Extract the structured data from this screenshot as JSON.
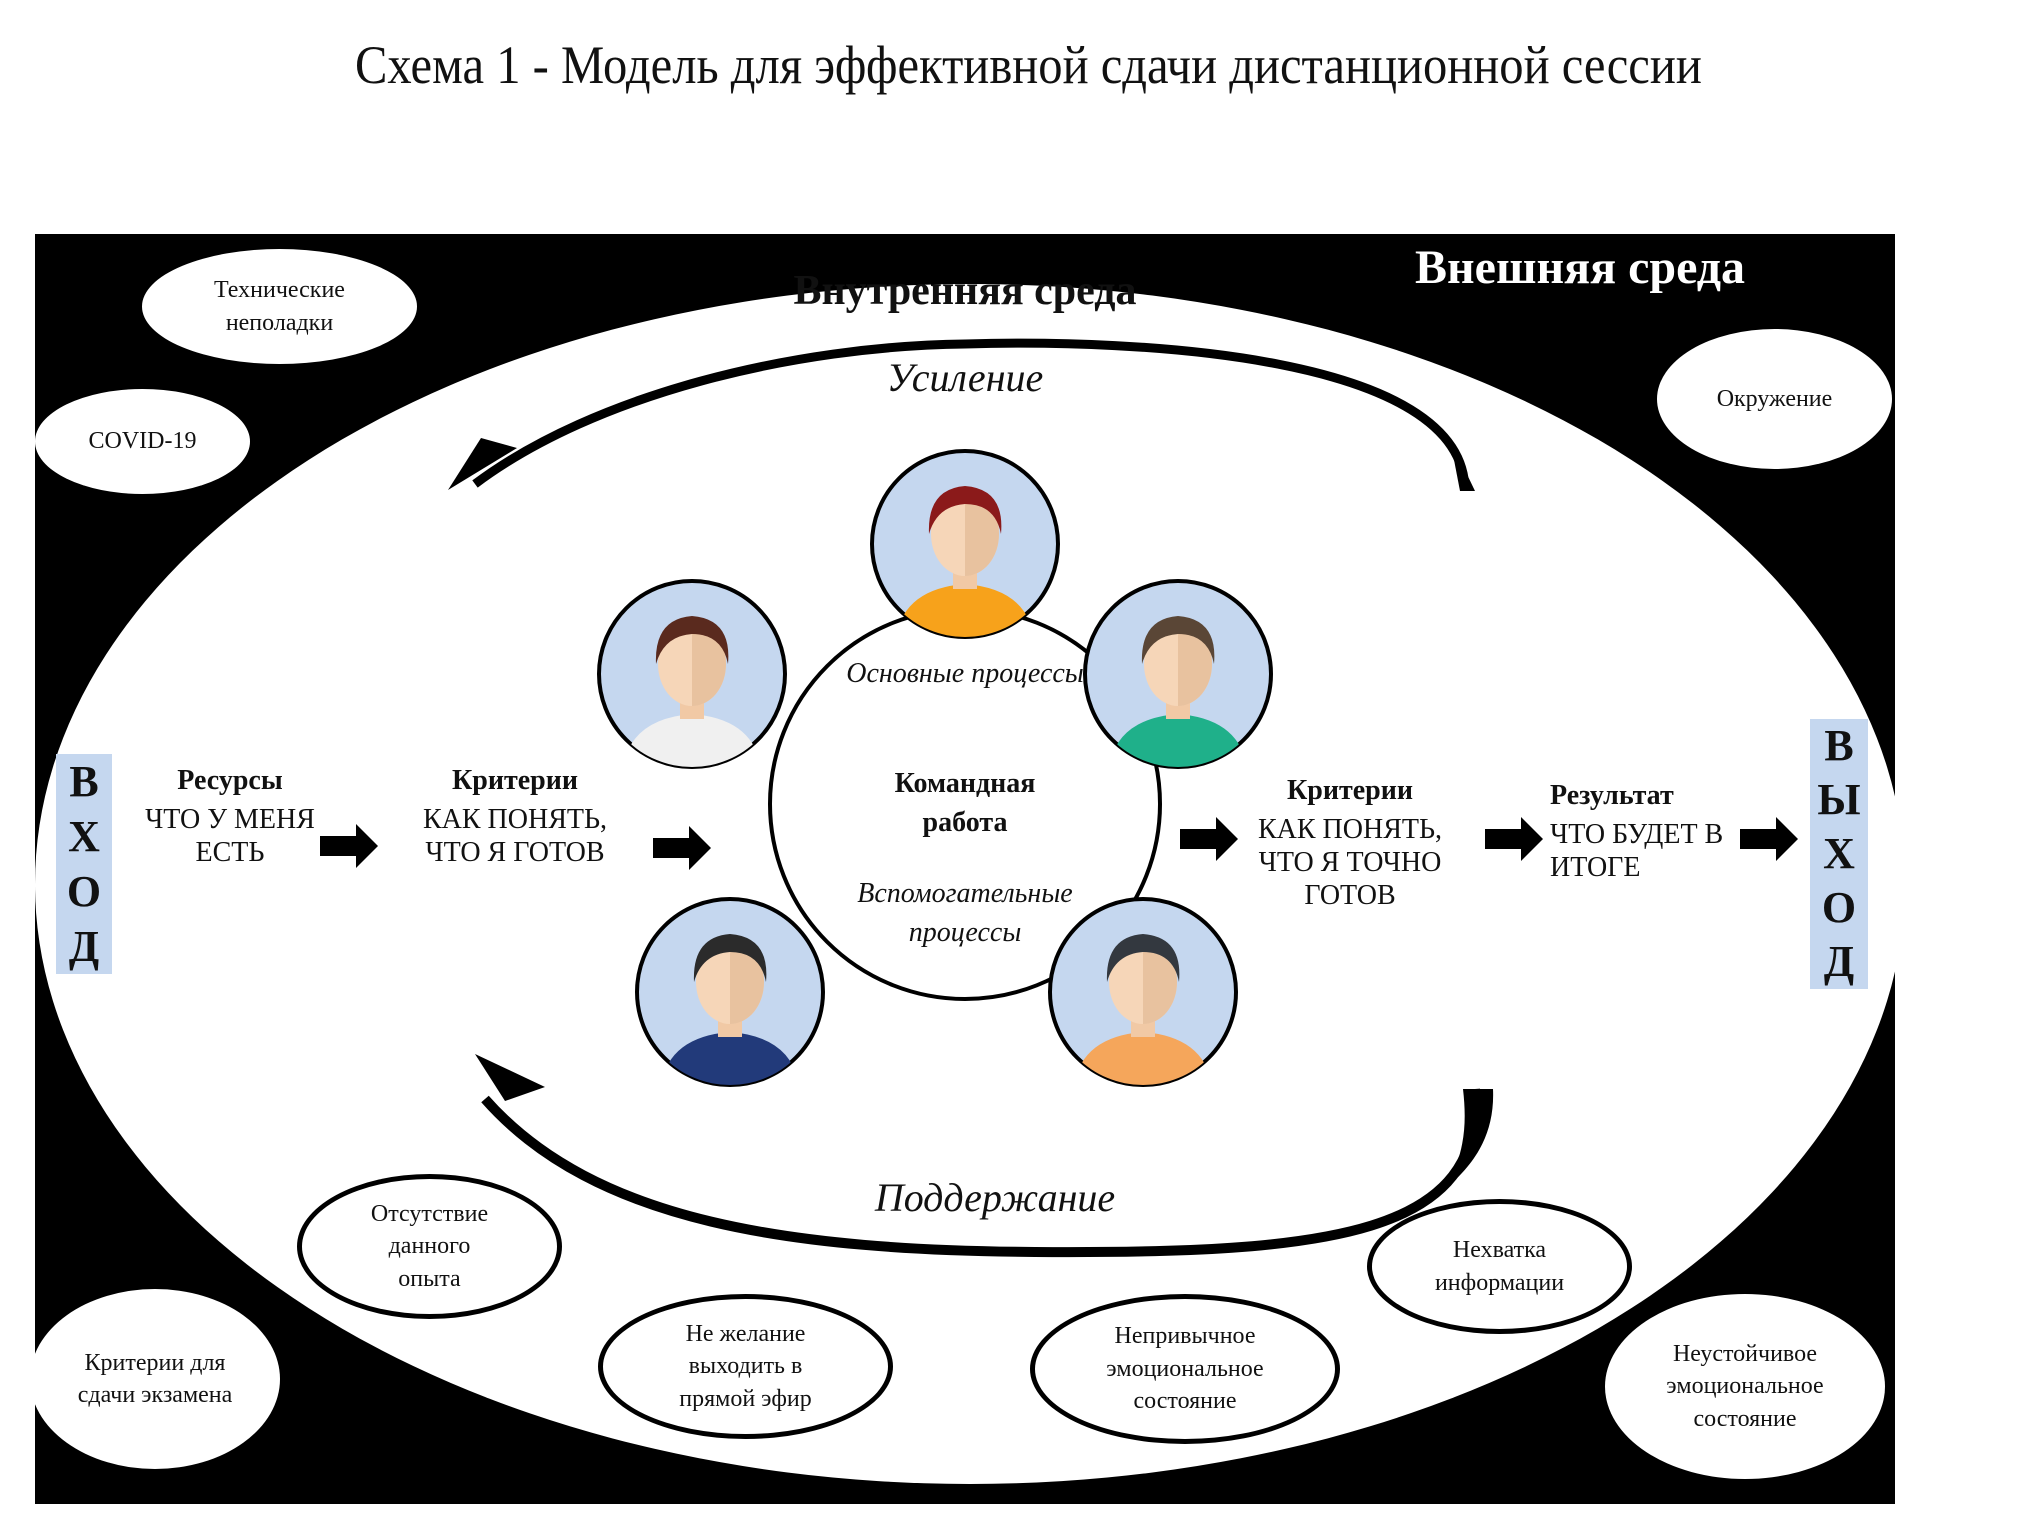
{
  "title": "Схема 1 - Модель для эффективной сдачи дистанционной сессии",
  "colors": {
    "background": "#000000",
    "ellipse": "#ffffff",
    "io_box": "#c5d7ef",
    "avatar_bg": "#c5d7ef"
  },
  "external_env": {
    "title": "Внешняя среда",
    "factors": [
      {
        "id": "tech",
        "label": "Технические неполадки"
      },
      {
        "id": "covid",
        "label": "COVID-19"
      },
      {
        "id": "surroundings",
        "label": "Окружение"
      },
      {
        "id": "criteria-exam",
        "label": "Критерии для сдачи экзамена"
      },
      {
        "id": "unstable-emotion",
        "label": "Неустойчивое эмоциональное состояние"
      }
    ]
  },
  "internal_env": {
    "title": "Внутренняя среда",
    "factors": [
      {
        "id": "no-experience",
        "label": "Отсутствие данного опыта"
      },
      {
        "id": "no-live",
        "label": "Не желание выходить в прямой эфир"
      },
      {
        "id": "unusual-emotion",
        "label": "Непривычное эмоциональное состояние"
      },
      {
        "id": "lack-info",
        "label": "Нехватка информации"
      }
    ]
  },
  "loops": {
    "top": "Усиление",
    "bottom": "Поддержание"
  },
  "input_label": [
    "В",
    "Х",
    "О",
    "Д"
  ],
  "output_label": [
    "В",
    "Ы",
    "Х",
    "О",
    "Д"
  ],
  "flow": {
    "resources": {
      "head": "Ресурсы",
      "body": "ЧТО У МЕНЯ ЕСТЬ"
    },
    "criteria_in": {
      "head": "Критерии",
      "body": "КАК ПОНЯТЬ, ЧТО Я ГОТОВ"
    },
    "criteria_out": {
      "head": "Критерии",
      "body": "КАК ПОНЯТЬ, ЧТО Я ТОЧНО ГОТОВ"
    },
    "result": {
      "head": "Результат",
      "body": "ЧТО БУДЕТ В ИТОГЕ"
    }
  },
  "team": {
    "main_processes": "Основные процессы",
    "center": "Командная работа",
    "aux_processes": "Вспомогательные процессы",
    "avatars": [
      {
        "name": "woman-red-hair",
        "hair": "#8b1a1a",
        "shirt": "#f7a21b"
      },
      {
        "name": "man-green-sweater",
        "hair": "#5a4636",
        "shirt": "#1fb08a"
      },
      {
        "name": "woman-dark-hair",
        "hair": "#33383f",
        "shirt": "#f5a65b"
      },
      {
        "name": "man-suit",
        "hair": "#2b2b2b",
        "shirt": "#223a7a"
      },
      {
        "name": "woman-ponytail",
        "hair": "#5a2a1e",
        "shirt": "#f0f0f0"
      }
    ]
  }
}
